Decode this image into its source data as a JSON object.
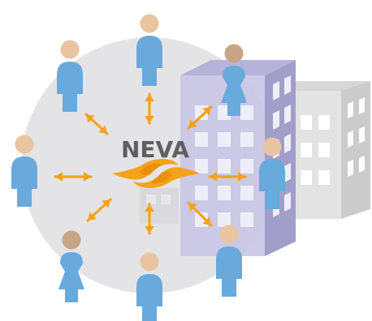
{
  "brand": {
    "name": "NEVA",
    "logo_icon": "swirl-logo-icon",
    "text_color": "#5f5f5f",
    "logo_color": "#f5a21b"
  },
  "colors": {
    "circle": "#e4e4e6",
    "person_body": "#6aa9dc",
    "person_head_light": "#e8c4a0",
    "person_head_dark": "#c9a386",
    "arrow": "#f5a21b",
    "building_front": "#c9c7e6",
    "building_side": "#a19ec9",
    "building_window": "#eeeef8",
    "building_back_front": "#e3e3e3",
    "building_back_side": "#cbcbcb",
    "building_back_window": "#ffffff"
  },
  "people": [
    {
      "id": "top",
      "gender": "male",
      "head": "light"
    },
    {
      "id": "top-left",
      "gender": "male",
      "head": "light"
    },
    {
      "id": "top-right",
      "gender": "female",
      "head": "dark"
    },
    {
      "id": "left",
      "gender": "male",
      "head": "light"
    },
    {
      "id": "right",
      "gender": "male",
      "head": "light"
    },
    {
      "id": "bottom-left",
      "gender": "female",
      "head": "dark"
    },
    {
      "id": "bottom",
      "gender": "male",
      "head": "light"
    },
    {
      "id": "bottom-right",
      "gender": "male",
      "head": "light"
    }
  ]
}
